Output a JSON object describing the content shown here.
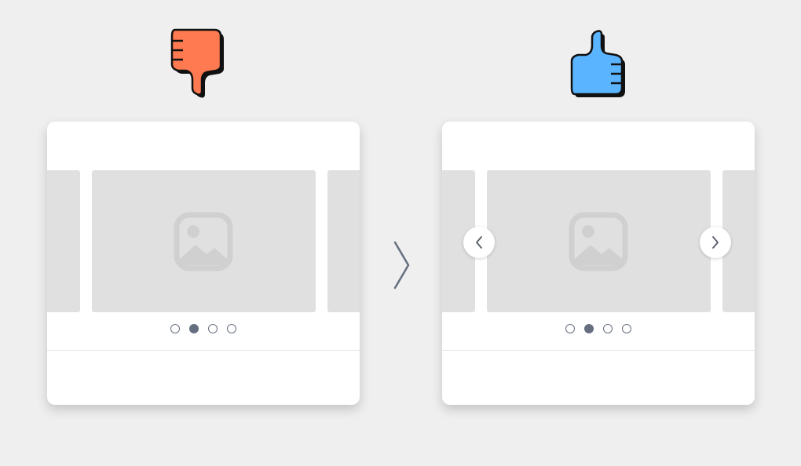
{
  "verdicts": {
    "bad": {
      "icon": "thumbs-down-icon",
      "color": "#ff7a50"
    },
    "good": {
      "icon": "thumbs-up-icon",
      "color": "#5ab4ff"
    }
  },
  "transition": {
    "icon": "chevron-right-icon"
  },
  "carousels": {
    "bad": {
      "has_nav_buttons": false,
      "slides": [
        {
          "role": "previous",
          "icon": "image-placeholder-icon"
        },
        {
          "role": "current",
          "icon": "image-placeholder-icon"
        },
        {
          "role": "next",
          "icon": "image-placeholder-icon"
        }
      ],
      "pagination": {
        "count": 4,
        "active_index": 1
      }
    },
    "good": {
      "has_nav_buttons": true,
      "nav": {
        "prev_icon": "chevron-left-icon",
        "next_icon": "chevron-right-icon"
      },
      "slides": [
        {
          "role": "previous",
          "icon": "image-placeholder-icon"
        },
        {
          "role": "current",
          "icon": "image-placeholder-icon"
        },
        {
          "role": "next",
          "icon": "image-placeholder-icon"
        }
      ],
      "pagination": {
        "count": 4,
        "active_index": 1
      }
    }
  },
  "colors": {
    "background": "#efefef",
    "card": "#ffffff",
    "slide": "#e0e0e0",
    "dot": "#666f80"
  }
}
